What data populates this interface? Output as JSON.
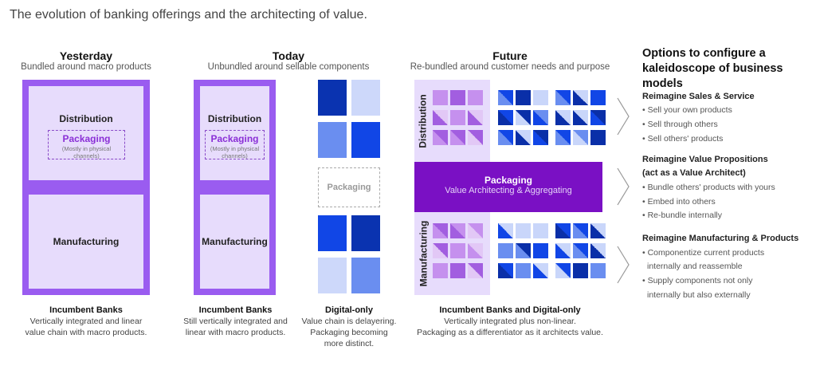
{
  "title": "The evolution of banking offerings and the architecting of value.",
  "yesterday": {
    "heading": "Yesterday",
    "subtitle": "Bundled around macro products",
    "distribution": "Distribution",
    "packaging": "Packaging",
    "packaging_note": "(Mostly in physical channels)",
    "manufacturing": "Manufacturing",
    "caption_title": "Incumbent Banks",
    "caption_lines": [
      "Vertically integrated and linear",
      "value chain with macro products."
    ]
  },
  "today": {
    "heading": "Today",
    "subtitle": "Unbundled around sellable components",
    "distribution": "Distribution",
    "packaging": "Packaging",
    "packaging_note": "(Mostly in physical channels)",
    "manufacturing": "Manufacturing",
    "caption_title": "Incumbent Banks",
    "caption_lines": [
      "Still vertically integrated and",
      "linear with macro products."
    ],
    "digital_packaging": "Packaging",
    "digital_caption_title": "Digital-only",
    "digital_caption_lines": [
      "Value chain is delayering.",
      "Packaging becoming",
      "more distinct."
    ]
  },
  "future": {
    "heading": "Future",
    "subtitle": "Re-bundled around customer needs and purpose",
    "distribution": "Distribution",
    "manufacturing": "Manufacturing",
    "packaging": "Packaging",
    "packaging_sub": "Value Architecting & Aggregating",
    "caption_title": "Incumbent Banks and Digital-only",
    "caption_lines": [
      "Vertically integrated plus non-linear.",
      "Packaging as a differentiator as it architects value."
    ]
  },
  "options": {
    "heading_lines": [
      "Options to configure a",
      "kaleidoscope of business models"
    ],
    "groups": [
      {
        "title_lines": [
          "Reimagine Sales & Service"
        ],
        "items": [
          "• Sell your own products",
          "• Sell through others",
          "• Sell others' products"
        ]
      },
      {
        "title_lines": [
          "Reimagine Value Propositions",
          "(act as a Value Architect)"
        ],
        "items": [
          "• Bundle others' products with yours",
          "• Embed into others",
          "• Re-bundle internally"
        ]
      },
      {
        "title_lines": [
          "Reimagine Manufacturing & Products"
        ],
        "items": [
          "• Componentize current products",
          "  internally and reassemble",
          "• Supply components not only",
          "  internally but also externally"
        ]
      }
    ]
  },
  "colors": {
    "purple_frame": "#9a5cf0",
    "lavender": "#e7dcfc",
    "packaging_band": "#7a10c4",
    "blues": [
      "#0a2fa8",
      "#1146e6",
      "#6a8ef0",
      "#c9d6fa"
    ],
    "purples": [
      "#a25ee0",
      "#c590ee",
      "#e2c8f6"
    ]
  }
}
